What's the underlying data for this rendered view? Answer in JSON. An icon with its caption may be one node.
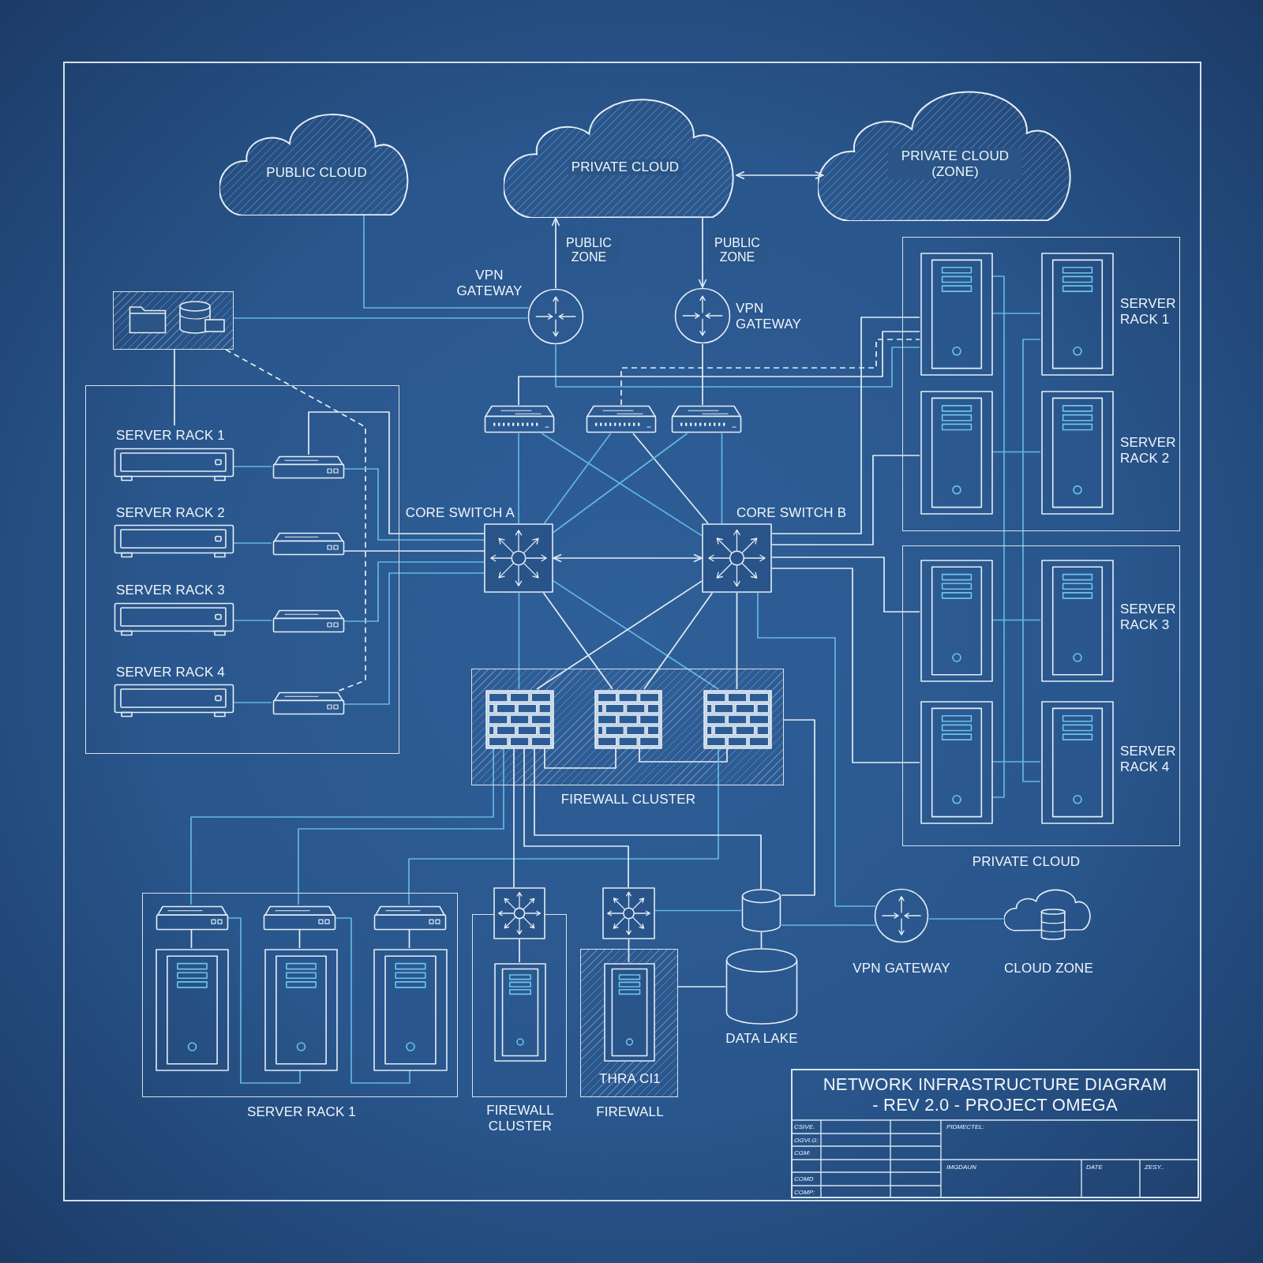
{
  "diagram": {
    "title": "NETWORK INFRASTRUCTURE DIAGRAM - REV 2.0 - PROJECT OMEGA",
    "nodes": [
      {
        "text": [
          "PUBLIC CLOUD"
        ]
      },
      {
        "text": [
          "PRIVATE CLOUD"
        ]
      },
      {
        "text": [
          "PRIVATE CLOUD (ZONE)"
        ]
      },
      {
        "text": [
          "VPN GATEWAY"
        ]
      },
      {
        "text": [
          "VPN GATEWAY"
        ]
      },
      {
        "text": [],
        "shape": "box"
      },
      {
        "text": [],
        "shape": "box"
      },
      {
        "text": [
          "SERVER RACK 1"
        ],
        "in": 6
      },
      {
        "text": [
          "SERVER RACK 2"
        ],
        "in": 6
      },
      {
        "text": [
          "SERVER RACK 3"
        ],
        "in": 6
      },
      {
        "text": [
          "SERVER RACK 4"
        ],
        "in": 6
      },
      {
        "text": [],
        "shape": "picture",
        "in": 6
      },
      {
        "text": [],
        "shape": "picture",
        "in": 6
      },
      {
        "text": [],
        "shape": "picture",
        "in": 6
      },
      {
        "text": [],
        "shape": "picture",
        "in": 6
      },
      {
        "text": [],
        "shape": "picture"
      },
      {
        "text": [],
        "shape": "picture"
      },
      {
        "text": [],
        "shape": "picture"
      },
      {
        "text": [
          "CORE SWITCH A"
        ]
      },
      {
        "text": [
          "CORE SWITCH B"
        ]
      },
      {
        "text": [],
        "shape": "box"
      },
      {
        "text": [
          "PRIVATE CLOUD"
        ]
      },
      {
        "text": [],
        "shape": "picture",
        "in": 20
      },
      {
        "text": [],
        "shape": "picture",
        "in": 20,
        "beside": [
          "SERVER RACK 1"
        ]
      },
      {
        "text": [],
        "shape": "picture",
        "in": 20
      },
      {
        "text": [],
        "shape": "picture",
        "in": 20,
        "beside": [
          "SERVER RACK 2"
        ]
      },
      {
        "text": [],
        "shape": "picture",
        "in": 21
      },
      {
        "text": [],
        "shape": "picture",
        "in": 21,
        "beside": [
          "SERVER RACK 3"
        ]
      },
      {
        "text": [],
        "shape": "picture",
        "in": 21
      },
      {
        "text": [],
        "shape": "picture",
        "in": 21,
        "beside": [
          "SERVER RACK 4"
        ]
      },
      {
        "text": [
          "FIREWALL CLUSTER"
        ]
      },
      {
        "text": [],
        "shape": "picture",
        "in": 30
      },
      {
        "text": [],
        "shape": "picture",
        "in": 30
      },
      {
        "text": [],
        "shape": "picture",
        "in": 30
      },
      {
        "text": [
          "SERVER RACK 1"
        ]
      },
      {
        "text": [],
        "shape": "picture",
        "in": 34
      },
      {
        "text": [],
        "shape": "picture",
        "in": 34
      },
      {
        "text": [],
        "shape": "picture",
        "in": 34
      },
      {
        "text": [],
        "shape": "picture",
        "in": 34
      },
      {
        "text": [],
        "shape": "picture",
        "in": 34
      },
      {
        "text": [],
        "shape": "picture",
        "in": 34
      },
      {
        "text": [],
        "shape": "picture"
      },
      {
        "text": [
          "FIREWALL CLUSTER"
        ]
      },
      {
        "text": [],
        "shape": "picture",
        "in": 42
      },
      {
        "text": [],
        "shape": "picture"
      },
      {
        "text": [
          "THRA CI1",
          "FIREWALL"
        ]
      },
      {
        "text": [],
        "shape": "picture",
        "in": 45
      },
      {
        "text": [],
        "shape": "cylinder"
      },
      {
        "text": [
          "DATA LAKE"
        ]
      },
      {
        "text": [
          "VPN GATEWAY"
        ]
      },
      {
        "text": [
          "CLOUD ZONE"
        ]
      }
    ],
    "edges": [
      {
        "from": 1,
        "to": 2,
        "arrow": "both"
      },
      {
        "from": 3,
        "to": 1,
        "arrow": "to",
        "label": "PUBLIC ZONE"
      },
      {
        "from": 1,
        "to": 4,
        "arrow": "to",
        "label": "PUBLIC ZONE"
      },
      {
        "from": 0,
        "to": 3,
        "arrow": "none",
        "color": "#62b8e2"
      },
      {
        "from": 5,
        "to": 3,
        "arrow": "none",
        "color": "#62b8e2"
      },
      {
        "from": 5,
        "to": 7,
        "arrow": "none"
      },
      {
        "from": 5,
        "to": 14,
        "arrow": "none",
        "style": "dashed"
      },
      {
        "from": 7,
        "to": 11,
        "arrow": "none",
        "color": "#62b8e2"
      },
      {
        "from": 8,
        "to": 12,
        "arrow": "none",
        "color": "#62b8e2"
      },
      {
        "from": 9,
        "to": 13,
        "arrow": "none",
        "color": "#62b8e2"
      },
      {
        "from": 10,
        "to": 14,
        "arrow": "none",
        "color": "#62b8e2"
      },
      {
        "from": 11,
        "to": 18,
        "arrow": "none"
      },
      {
        "from": 11,
        "to": 18,
        "arrow": "none",
        "color": "#62b8e2"
      },
      {
        "from": 12,
        "to": 18,
        "arrow": "none"
      },
      {
        "from": 13,
        "to": 18,
        "arrow": "none",
        "color": "#62b8e2"
      },
      {
        "from": 14,
        "to": 18,
        "arrow": "none",
        "color": "#62b8e2"
      },
      {
        "from": 3,
        "to": 22,
        "arrow": "none",
        "color": "#62b8e2"
      },
      {
        "from": 15,
        "to": 22,
        "arrow": "none"
      },
      {
        "from": 16,
        "to": 22,
        "arrow": "none",
        "style": "dashed"
      },
      {
        "from": 4,
        "to": 17,
        "arrow": "none"
      },
      {
        "from": 15,
        "to": 18,
        "arrow": "none",
        "color": "#62b8e2"
      },
      {
        "from": 15,
        "to": 19,
        "arrow": "none",
        "color": "#62b8e2"
      },
      {
        "from": 16,
        "to": 18,
        "arrow": "none",
        "color": "#62b8e2"
      },
      {
        "from": 16,
        "to": 19,
        "arrow": "none"
      },
      {
        "from": 17,
        "to": 18,
        "arrow": "none",
        "color": "#62b8e2"
      },
      {
        "from": 17,
        "to": 19,
        "arrow": "none",
        "color": "#62b8e2"
      },
      {
        "from": 18,
        "to": 19,
        "arrow": "both"
      },
      {
        "from": 19,
        "to": 22,
        "arrow": "none"
      },
      {
        "from": 19,
        "to": 24,
        "arrow": "none"
      },
      {
        "from": 19,
        "to": 26,
        "arrow": "none"
      },
      {
        "from": 19,
        "to": 28,
        "arrow": "none"
      },
      {
        "from": 22,
        "to": 23,
        "arrow": "none",
        "color": "#62b8e2"
      },
      {
        "from": 24,
        "to": 25,
        "arrow": "none",
        "color": "#62b8e2"
      },
      {
        "from": 26,
        "to": 27,
        "arrow": "none",
        "color": "#62b8e2"
      },
      {
        "from": 28,
        "to": 29,
        "arrow": "none",
        "color": "#62b8e2"
      },
      {
        "from": 22,
        "to": 28,
        "arrow": "none",
        "color": "#62b8e2"
      },
      {
        "from": 23,
        "to": 29,
        "arrow": "none",
        "color": "#62b8e2"
      },
      {
        "from": 18,
        "to": 31,
        "arrow": "none",
        "color": "#62b8e2"
      },
      {
        "from": 18,
        "to": 32,
        "arrow": "none"
      },
      {
        "from": 18,
        "to": 33,
        "arrow": "none",
        "color": "#62b8e2"
      },
      {
        "from": 19,
        "to": 31,
        "arrow": "none"
      },
      {
        "from": 19,
        "to": 32,
        "arrow": "none"
      },
      {
        "from": 19,
        "to": 33,
        "arrow": "none"
      },
      {
        "from": 32,
        "to": 31,
        "arrow": "none"
      },
      {
        "from": 32,
        "to": 33,
        "arrow": "none"
      },
      {
        "from": 31,
        "to": 35,
        "arrow": "none",
        "color": "#62b8e2"
      },
      {
        "from": 31,
        "to": 36,
        "arrow": "none",
        "color": "#62b8e2"
      },
      {
        "from": 33,
        "to": 37,
        "arrow": "none",
        "color": "#62b8e2"
      },
      {
        "from": 31,
        "to": 41,
        "arrow": "none"
      },
      {
        "from": 31,
        "to": 44,
        "arrow": "none"
      },
      {
        "from": 31,
        "to": 47,
        "arrow": "none"
      },
      {
        "from": 30,
        "to": 47,
        "arrow": "none"
      },
      {
        "from": 35,
        "to": 38,
        "arrow": "none"
      },
      {
        "from": 36,
        "to": 39,
        "arrow": "none"
      },
      {
        "from": 37,
        "to": 40,
        "arrow": "none"
      },
      {
        "from": 35,
        "to": 39,
        "arrow": "none",
        "color": "#62b8e2"
      },
      {
        "from": 36,
        "to": 40,
        "arrow": "none",
        "color": "#62b8e2"
      },
      {
        "from": 41,
        "to": 43,
        "arrow": "none"
      },
      {
        "from": 44,
        "to": 46,
        "arrow": "none"
      },
      {
        "from": 44,
        "to": 47,
        "arrow": "none",
        "color": "#62b8e2"
      },
      {
        "from": 47,
        "to": 48,
        "arrow": "none"
      },
      {
        "from": 45,
        "to": 48,
        "arrow": "none"
      },
      {
        "from": 19,
        "to": 49,
        "arrow": "none",
        "color": "#62b8e2"
      },
      {
        "from": 47,
        "to": 49,
        "arrow": "none",
        "color": "#62b8e2"
      },
      {
        "from": 49,
        "to": 50,
        "arrow": "none",
        "color": "#62b8e2"
      }
    ],
    "labels": [
      "CSIVE.",
      "PIDMECTEL:",
      "OGVI.G:",
      "CGM:",
      "IMGDAUN",
      "DATE",
      "ZESY..",
      "COMD",
      "COMP:"
    ]
  }
}
